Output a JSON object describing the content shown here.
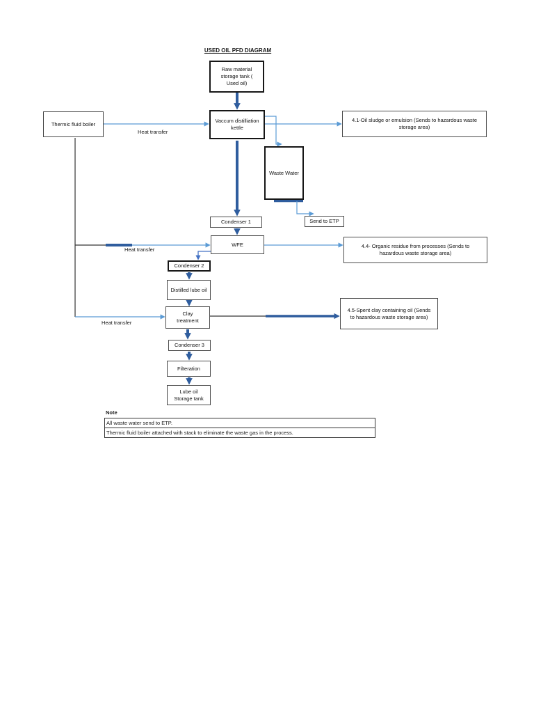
{
  "title": "USED OIL PFD DIAGRAM",
  "nodes": {
    "raw_material": "Raw material storage tank ( Used oil)",
    "thermic_boiler": "Thermic fluid boiler",
    "kettle": "Vaccum distilliation kettle",
    "sludge": "4.1-Oil sludge or emulsion (Sends to hazardous waste storage area)",
    "waste_water": "Waste Water",
    "condenser1": "Condenser 1",
    "send_etp": "Send to ETP",
    "wfe": "WFE",
    "organic_residue": "4.4- Organic residue from processes (Sends to hazardous waste storage area)",
    "condenser2": "Condenser 2",
    "distilled_lube_oil": "Distilled lube oil",
    "clay_treatment": "Clay treatment",
    "spent_clay": "4.5-Spent clay containing oil (Sends to hazardous waste storage area)",
    "condenser3": "Condenser 3",
    "filteration": "Filteration",
    "lube_oil_tank": "Lube oil Storage tank"
  },
  "labels": {
    "heat_transfer": "Heat transfer"
  },
  "note": {
    "heading": "Note",
    "row1": "All waste water send to ETP.",
    "row2": "Thermic fluid boiler attached with stack to eliminate the waste gas in the process."
  },
  "colors": {
    "thick_arrow": "#2f5d9e",
    "thin_arrow": "#5b9bd5",
    "elbow_connector": "#4472c4",
    "plain_line": "#333333"
  }
}
